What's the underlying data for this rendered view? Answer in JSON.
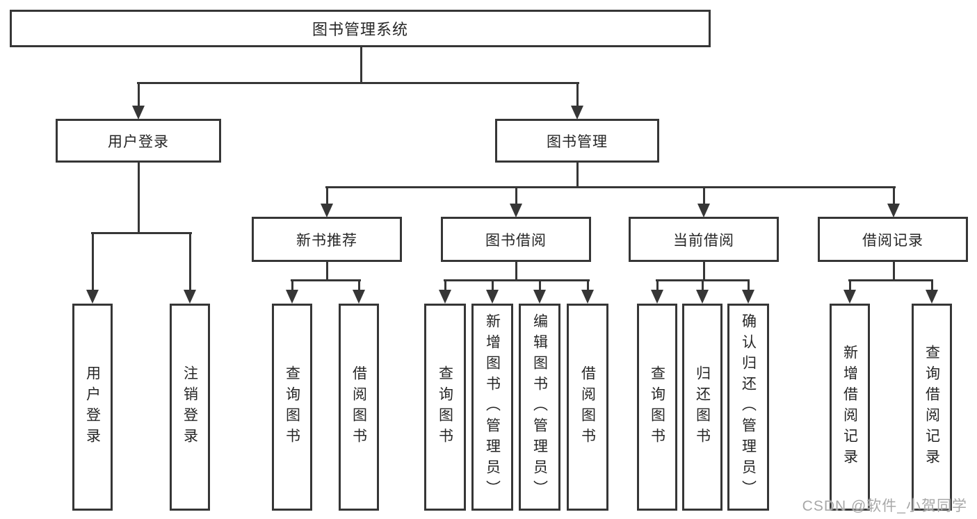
{
  "page": {
    "background": "#ffffff"
  },
  "colors": {
    "line": "#363636",
    "box_border": "#363636",
    "text": "#262626",
    "watermark": "#a8a8a8"
  },
  "tree": {
    "label": "图书管理系统",
    "children": [
      {
        "label": "用户登录",
        "children": [
          {
            "label": "用户登录"
          },
          {
            "label": "注销登录"
          }
        ]
      },
      {
        "label": "图书管理",
        "children": [
          {
            "label": "新书推荐",
            "children": [
              {
                "label": "查询图书"
              },
              {
                "label": "借阅图书"
              }
            ]
          },
          {
            "label": "图书借阅",
            "children": [
              {
                "label": "查询图书"
              },
              {
                "label": "新增图书（管理员）"
              },
              {
                "label": "编辑图书（管理员）"
              },
              {
                "label": "借阅图书"
              }
            ]
          },
          {
            "label": "当前借阅",
            "children": [
              {
                "label": "查询图书"
              },
              {
                "label": "归还图书"
              },
              {
                "label": "确认归还（管理员）"
              }
            ]
          },
          {
            "label": "借阅记录",
            "children": [
              {
                "label": "新增借阅记录"
              },
              {
                "label": "查询借阅记录"
              }
            ]
          }
        ]
      }
    ]
  },
  "watermark": {
    "text": "CSDN @软件_小贺同学"
  }
}
